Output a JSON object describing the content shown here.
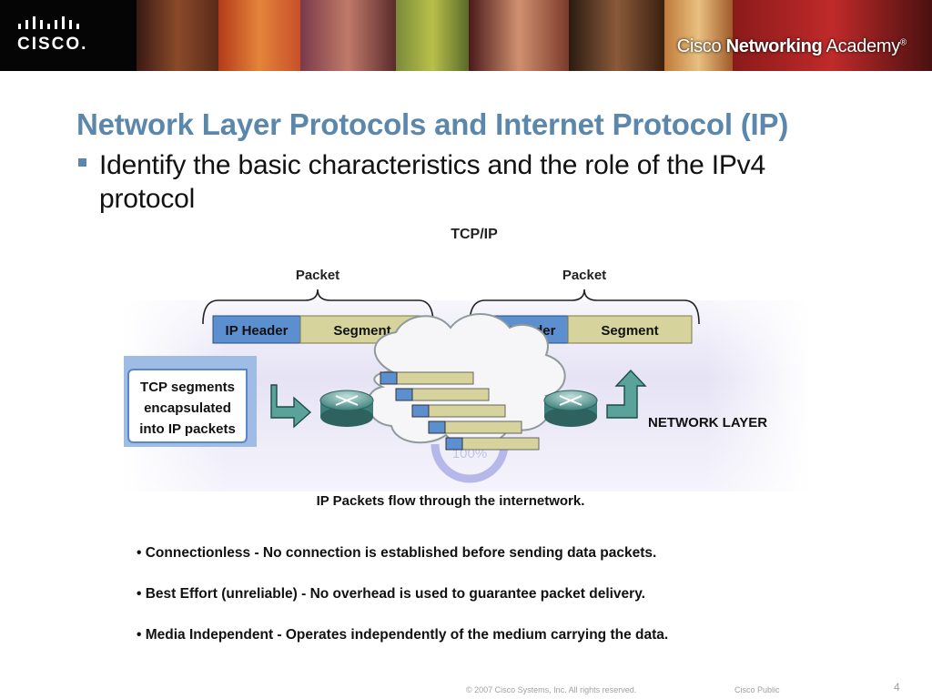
{
  "header": {
    "logo_text": "CISCO.",
    "academy_prefix": "Cisco ",
    "academy_bold": "Networking",
    "academy_suffix": " Academy",
    "trademark": "®"
  },
  "slide": {
    "title": "Network Layer Protocols and Internet Protocol (IP)",
    "bullet": "Identify the basic characteristics and the role of the IPv4 protocol"
  },
  "diagram": {
    "heading": "TCP/IP",
    "packets": [
      {
        "label": "Packet",
        "header": "IP Header",
        "segment": "Segment"
      },
      {
        "label": "Packet",
        "header": "IP Header",
        "segment": "Segment"
      }
    ],
    "callout": [
      "TCP segments",
      "encapsulated",
      "into IP packets"
    ],
    "layer_label": "NETWORK LAYER",
    "cloud_watermark": "100%",
    "caption": "IP Packets flow through the internetwork."
  },
  "features": [
    "• Connectionless - No connection is established before sending data packets.",
    "• Best Effort (unreliable) - No overhead is used to guarantee packet delivery.",
    "• Media Independent - Operates independently of the medium carrying the data."
  ],
  "footer": {
    "copyright": "© 2007 Cisco Systems, Inc. All rights reserved.",
    "classification": "Cisco Public",
    "page_number": "4"
  },
  "colors": {
    "title": "#5b87ad",
    "ip_header": "#5b8fd0",
    "segment": "#d6d49c",
    "arrow": "#5aa39a",
    "callout": "#8fb5e6"
  }
}
